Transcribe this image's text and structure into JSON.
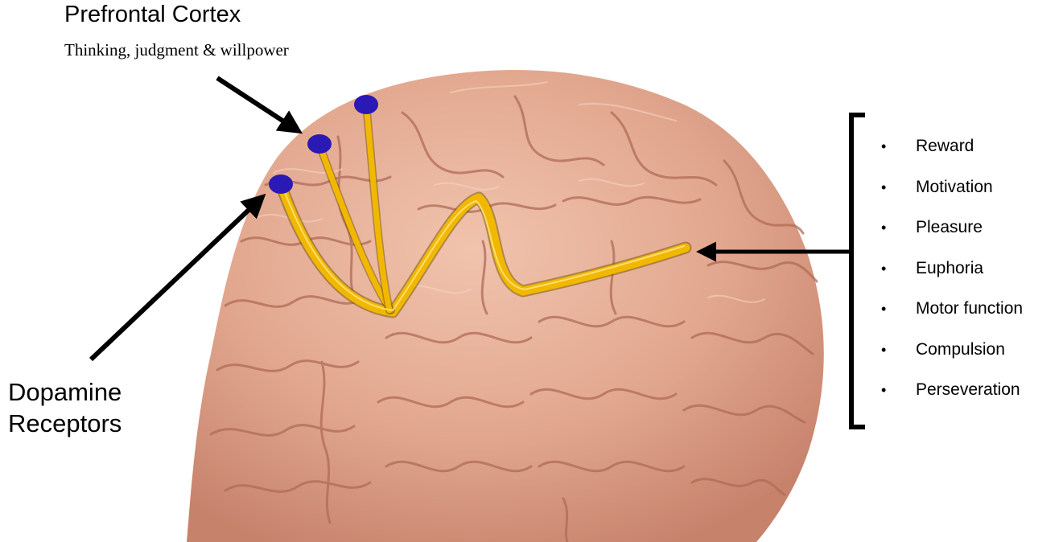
{
  "prefrontal": {
    "title": "Prefrontal Cortex",
    "subtitle": "Thinking, judgment & willpower"
  },
  "receptors": {
    "line1": "Dopamine",
    "line2": "Receptors"
  },
  "effects": {
    "bullet": "•",
    "items": [
      "Reward",
      "Motivation",
      "Pleasure",
      "Euphoria",
      "Motor function",
      "Compulsion",
      "Perseveration"
    ]
  },
  "colors": {
    "brain": "#e2a88f",
    "brain_shadow": "#b9735e",
    "pathway": "#f2b800",
    "receptor": "#2a19b5",
    "arrow": "#000000"
  },
  "icons": [
    "brain-image",
    "receptor-dot",
    "dopamine-pathway",
    "arrow",
    "bracket"
  ]
}
